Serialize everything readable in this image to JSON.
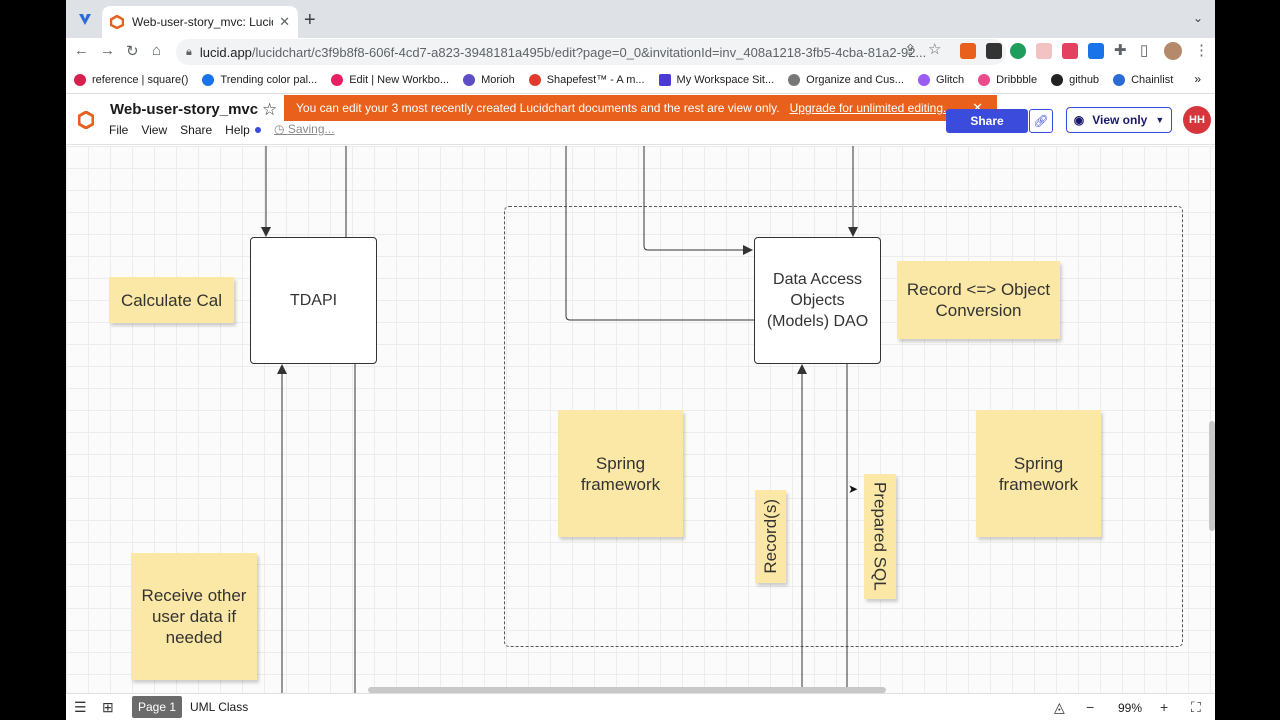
{
  "browser": {
    "tab_title": "Web-user-story_mvc: Lucidch",
    "tab_close": "✕",
    "new_tab": "+",
    "url_host": "lucid.app",
    "url_path": "/lucidchart/c3f9b8f8-606f-4cd7-a823-3948181a495b/edit?page=0_0&invitationId=inv_408a1218-3fb5-4cba-81a2-92...",
    "bookmarks": [
      {
        "label": "reference | square()",
        "color": "#d6204e"
      },
      {
        "label": "Trending color pal...",
        "color": "#1a73e8"
      },
      {
        "label": "Edit | New Workbo...",
        "color": "#e91e63"
      },
      {
        "label": "Morioh",
        "color": "#5c4fc4"
      },
      {
        "label": "Shapefest™ - A m...",
        "color": "#e23b2e"
      },
      {
        "label": "My Workspace Sit...",
        "color": "#4a3ad6"
      },
      {
        "label": "Organize and Cus...",
        "color": "#777777"
      },
      {
        "label": "Glitch",
        "color": "#9b5cf5"
      },
      {
        "label": "Dribbble",
        "color": "#ea4c89"
      },
      {
        "label": "github",
        "color": "#222222"
      },
      {
        "label": "Chainlist",
        "color": "#2b6bd6"
      }
    ],
    "bookmarks_more": "»"
  },
  "header": {
    "doc_name": "Web-user-story_mvc",
    "menus": [
      "File",
      "View",
      "Share",
      "Help"
    ],
    "saving": "Saving...",
    "banner_text": "You can edit your 3 most recently created Lucidchart documents and the rest are view only.",
    "banner_link": "Upgrade for unlimited editing.",
    "banner_close": "✕",
    "share_label": "Share",
    "view_only_label": "View only",
    "avatar_initials": "HH",
    "accent_color": "#3b4bdb",
    "banner_color": "#e8601c"
  },
  "diagram": {
    "tdapi": "TDAPI",
    "dao": "Data Access Objects (Models) DAO",
    "sticky_calculate": "Calculate Cal",
    "sticky_record_conversion": "Record <=> Object Conversion",
    "sticky_spring_1": "Spring framework",
    "sticky_spring_2": "Spring framework",
    "sticky_records": "Record(s)",
    "sticky_prepared_sql": "Prepared SQL",
    "sticky_receive": "Receive other user data if needed"
  },
  "footer": {
    "page_tab": "Page 1",
    "uml_tab": "UML Class",
    "zoom": "99%"
  }
}
